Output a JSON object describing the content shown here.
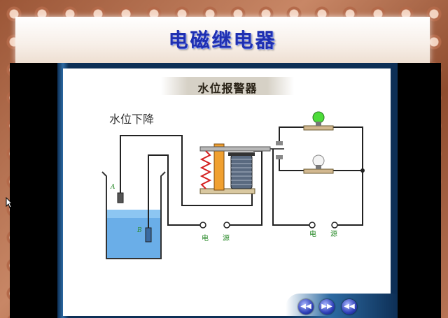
{
  "slide": {
    "title": "电磁继电器",
    "subtitle": "水位报警器"
  },
  "diagram": {
    "water_label": "水位下降",
    "electrode_a": "A",
    "electrode_b": "B",
    "source_label_left_1": "电",
    "source_label_left_2": "源",
    "source_label_right_1": "电",
    "source_label_right_2": "源"
  },
  "navigation": {
    "prev_label": "",
    "next_label": "",
    "back_label": ""
  },
  "colors": {
    "title": "#1f2fb0",
    "water": "#5aa0e0",
    "green_lamp": "#4ddc3a",
    "wire": "#222222",
    "label_green": "#2a8a2a",
    "spring": "#d42020",
    "relay_body": "#f0a030"
  }
}
